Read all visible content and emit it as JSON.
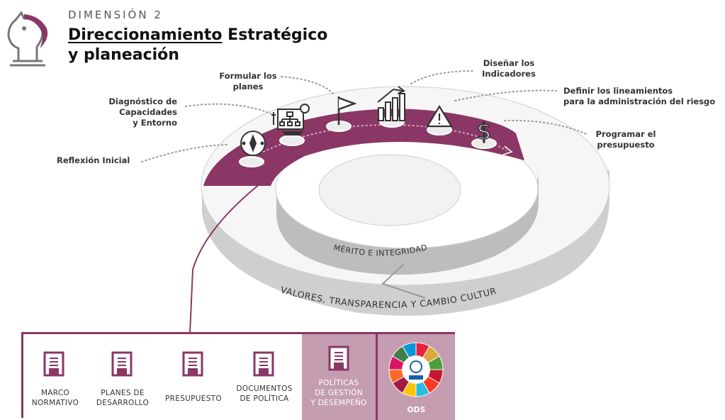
{
  "header": {
    "kicker": "DIMENSIÓN 2",
    "title_underlined": "Direccionamiento",
    "title_rest": " Estratégico",
    "title_line2": "y planeación",
    "logo_icon": "chess-knight-icon"
  },
  "steps": [
    {
      "label": "Reflexión Inicial",
      "icon": "compass-icon"
    },
    {
      "label": "Diagnóstico de\nCapacidades\ny Entorno",
      "icon": "org-chart-board-icon"
    },
    {
      "label": "Formular los\nplanes",
      "icon": "flag-icon"
    },
    {
      "label": "Diseñar los\nIndicadores",
      "icon": "bar-chart-growth-icon"
    },
    {
      "label": "Definir los lineamientos\npara la administración del riesgo",
      "icon": "warning-icon"
    },
    {
      "label": "Programar el\npresupuesto",
      "icon": "dollar-icon"
    }
  ],
  "rings": {
    "inner_label": "MÉRITO E INTEGRIDAD",
    "outer_label": "VALORES, TRANSPARENCIA Y CAMBIO CULTURAL"
  },
  "documents": [
    {
      "label": "MARCO\nNORMATIVO",
      "icon": "document-icon"
    },
    {
      "label": "PLANES DE\nDESARROLLO",
      "icon": "document-icon"
    },
    {
      "label": "PRESUPUESTO",
      "icon": "document-icon"
    },
    {
      "label": "DOCUMENTOS\nDE POLÍTICA",
      "icon": "document-icon"
    },
    {
      "label": "POLÍTICAS\nDE GESTIÓN\nY DESEMPEÑO",
      "icon": "document-icon"
    },
    {
      "label": "ODS",
      "icon": "sdg-wheel-icon"
    }
  ],
  "colors": {
    "accent": "#8a3766",
    "accent_light": "#c49db1",
    "ring_face": "#f4f4f4",
    "ring_side": "#c8c8c8"
  }
}
